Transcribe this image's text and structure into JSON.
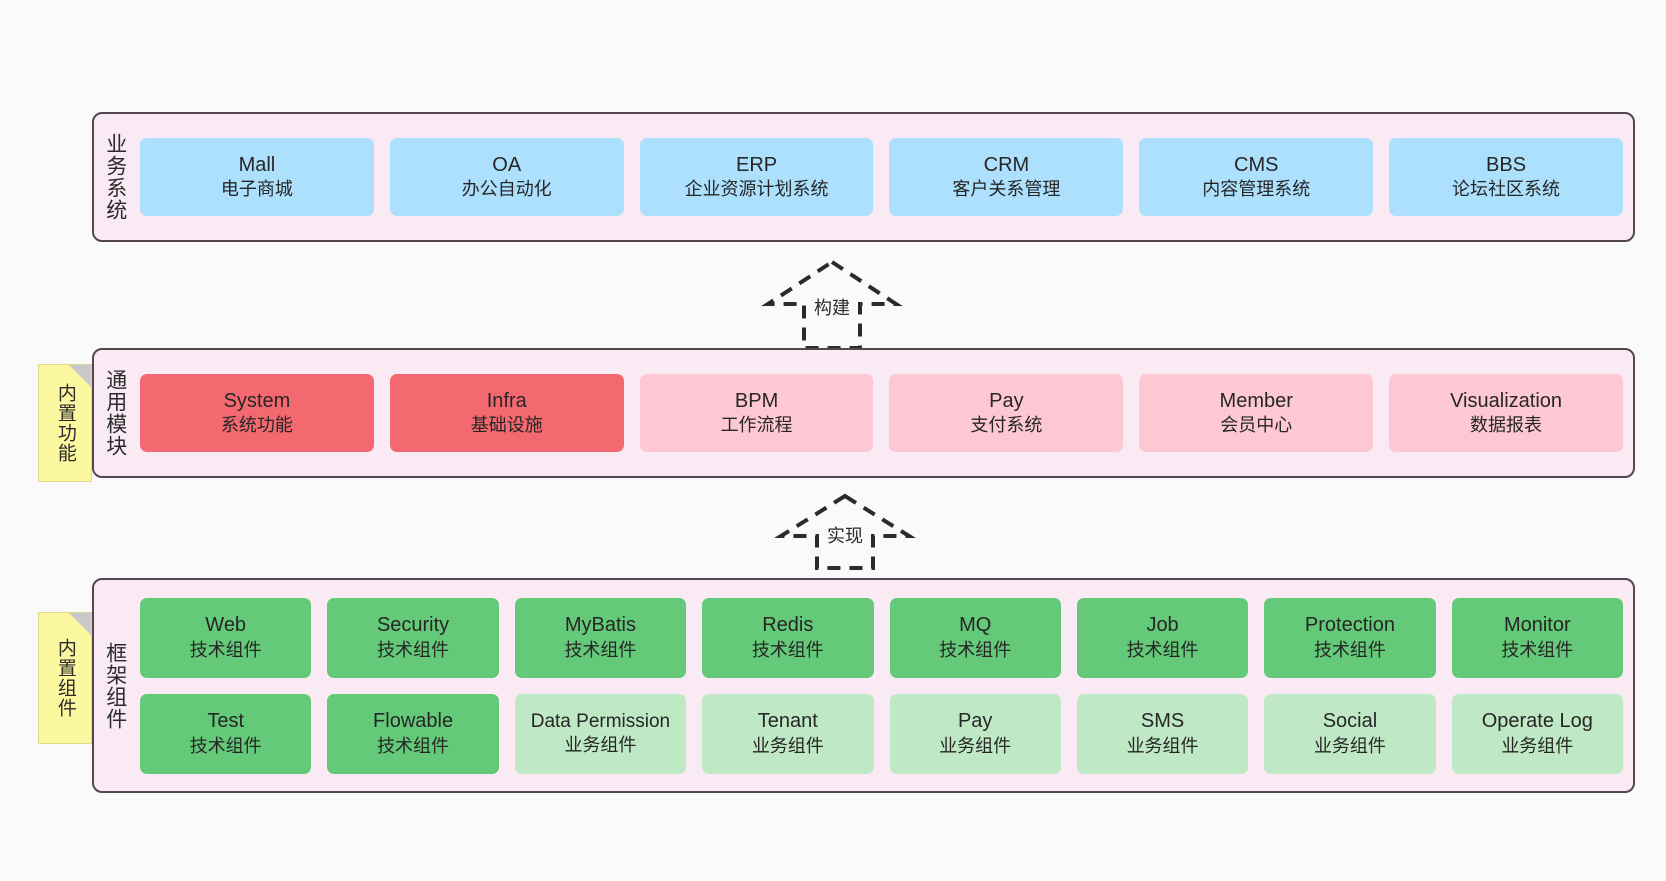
{
  "diagram": {
    "title_hidden": "",
    "colors": {
      "layer_bg": "#f9eaf4",
      "layer_border": "#55474f",
      "business_box": "#ace0fd",
      "module_core": "#f4696f",
      "module_plain": "#fdc8d3",
      "component_tech": "#64c978",
      "component_biz": "#bfe8c4",
      "note_bg": "#fcf8a0",
      "note_fold": "#c9c9c9"
    }
  },
  "layers": [
    {
      "id": "business-system",
      "title": "业务系统",
      "rows": [
        [
          {
            "name": "Mall",
            "desc": "电子商城",
            "style": "c-blue"
          },
          {
            "name": "OA",
            "desc": "办公自动化",
            "style": "c-blue"
          },
          {
            "name": "ERP",
            "desc": "企业资源计划系统",
            "style": "c-blue"
          },
          {
            "name": "CRM",
            "desc": "客户关系管理",
            "style": "c-blue"
          },
          {
            "name": "CMS",
            "desc": "内容管理系统",
            "style": "c-blue"
          },
          {
            "name": "BBS",
            "desc": "论坛社区系统",
            "style": "c-blue"
          }
        ]
      ]
    },
    {
      "id": "common-module",
      "title": "通用模块",
      "rows": [
        [
          {
            "name": "System",
            "desc": "系统功能",
            "style": "c-red"
          },
          {
            "name": "Infra",
            "desc": "基础设施",
            "style": "c-red"
          },
          {
            "name": "BPM",
            "desc": "工作流程",
            "style": "c-pink"
          },
          {
            "name": "Pay",
            "desc": "支付系统",
            "style": "c-pink"
          },
          {
            "name": "Member",
            "desc": "会员中心",
            "style": "c-pink"
          },
          {
            "name": "Visualization",
            "desc": "数据报表",
            "style": "c-pink"
          }
        ]
      ]
    },
    {
      "id": "framework-component",
      "title": "框架组件",
      "rows": [
        [
          {
            "name": "Web",
            "desc": "技术组件",
            "style": "c-green"
          },
          {
            "name": "Security",
            "desc": "技术组件",
            "style": "c-green"
          },
          {
            "name": "MyBatis",
            "desc": "技术组件",
            "style": "c-green"
          },
          {
            "name": "Redis",
            "desc": "技术组件",
            "style": "c-green"
          },
          {
            "name": "MQ",
            "desc": "技术组件",
            "style": "c-green"
          },
          {
            "name": "Job",
            "desc": "技术组件",
            "style": "c-green"
          },
          {
            "name": "Protection",
            "desc": "技术组件",
            "style": "c-green"
          },
          {
            "name": "Monitor",
            "desc": "技术组件",
            "style": "c-green"
          }
        ],
        [
          {
            "name": "Test",
            "desc": "技术组件",
            "style": "c-green"
          },
          {
            "name": "Flowable",
            "desc": "技术组件",
            "style": "c-green"
          },
          {
            "name": "Data Permission",
            "desc": "业务组件",
            "style": "c-lgreen"
          },
          {
            "name": "Tenant",
            "desc": "业务组件",
            "style": "c-lgreen"
          },
          {
            "name": "Pay",
            "desc": "业务组件",
            "style": "c-lgreen"
          },
          {
            "name": "SMS",
            "desc": "业务组件",
            "style": "c-lgreen"
          },
          {
            "name": "Social",
            "desc": "业务组件",
            "style": "c-lgreen"
          },
          {
            "name": "Operate Log",
            "desc": "业务组件",
            "style": "c-lgreen"
          }
        ]
      ]
    }
  ],
  "notes": [
    {
      "id": "builtin-function",
      "text": "内置功能"
    },
    {
      "id": "builtin-component",
      "text": "内置组件"
    }
  ],
  "arrows": [
    {
      "id": "build-arrow",
      "label": "构建"
    },
    {
      "id": "implement-arrow",
      "label": "实现"
    }
  ]
}
